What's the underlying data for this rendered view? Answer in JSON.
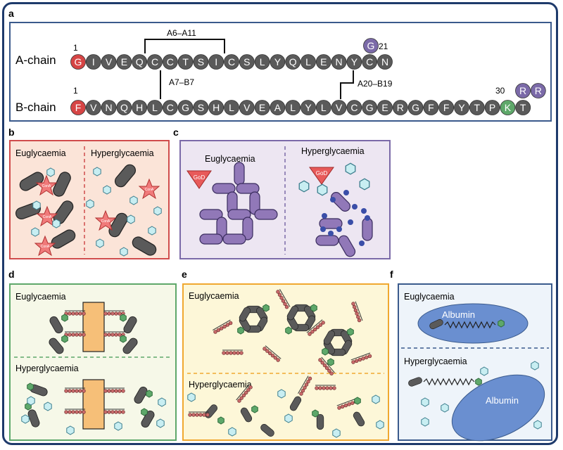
{
  "panel_labels": {
    "a": "a",
    "b": "b",
    "c": "c",
    "d": "d",
    "e": "e",
    "f": "f"
  },
  "a": {
    "a_chain_label": "A-chain",
    "b_chain_label": "B-chain",
    "a_chain": [
      "G",
      "I",
      "V",
      "E",
      "Q",
      "C",
      "C",
      "T",
      "S",
      "I",
      "C",
      "S",
      "L",
      "Y",
      "Q",
      "L",
      "E",
      "N",
      "Y",
      "C",
      "N"
    ],
    "a_extra": "G",
    "b_chain": [
      "F",
      "V",
      "N",
      "Q",
      "H",
      "L",
      "C",
      "G",
      "S",
      "H",
      "L",
      "V",
      "E",
      "A",
      "L",
      "Y",
      "L",
      "V",
      "C",
      "G",
      "E",
      "R",
      "G",
      "F",
      "F",
      "Y",
      "T",
      "P",
      "K",
      "T"
    ],
    "b_extra": [
      "R",
      "R"
    ],
    "a_start_num": "1",
    "b_start_num": "1",
    "a_end_num": "21",
    "b_end_num": "30",
    "bridge_a6_a11": "A6–A11",
    "bridge_a7_b7": "A7–B7",
    "bridge_a20_b19": "A20–B19"
  },
  "b": {
    "eu": "Euglycaemia",
    "hyper": "Hyperglycaemia",
    "star": "ConA"
  },
  "c": {
    "eu": "Euglycaemia",
    "hyper": "Hyperglycaemia",
    "god": "GoD"
  },
  "d": {
    "eu": "Euglycaemia",
    "hyper": "Hyperglycaemia"
  },
  "e": {
    "eu": "Euglycaemia",
    "hyper": "Hyperglycaemia"
  },
  "f": {
    "eu": "Euglycaemia",
    "hyper": "Hyperglycaemia",
    "albumin": "Albumin"
  },
  "colors": {
    "frame": "#1e3a6b",
    "residue": "#5a5a5a",
    "red": "#d64545",
    "green": "#5ea86a",
    "purple": "#7b6aa8",
    "cyan": "#c8eef2"
  }
}
